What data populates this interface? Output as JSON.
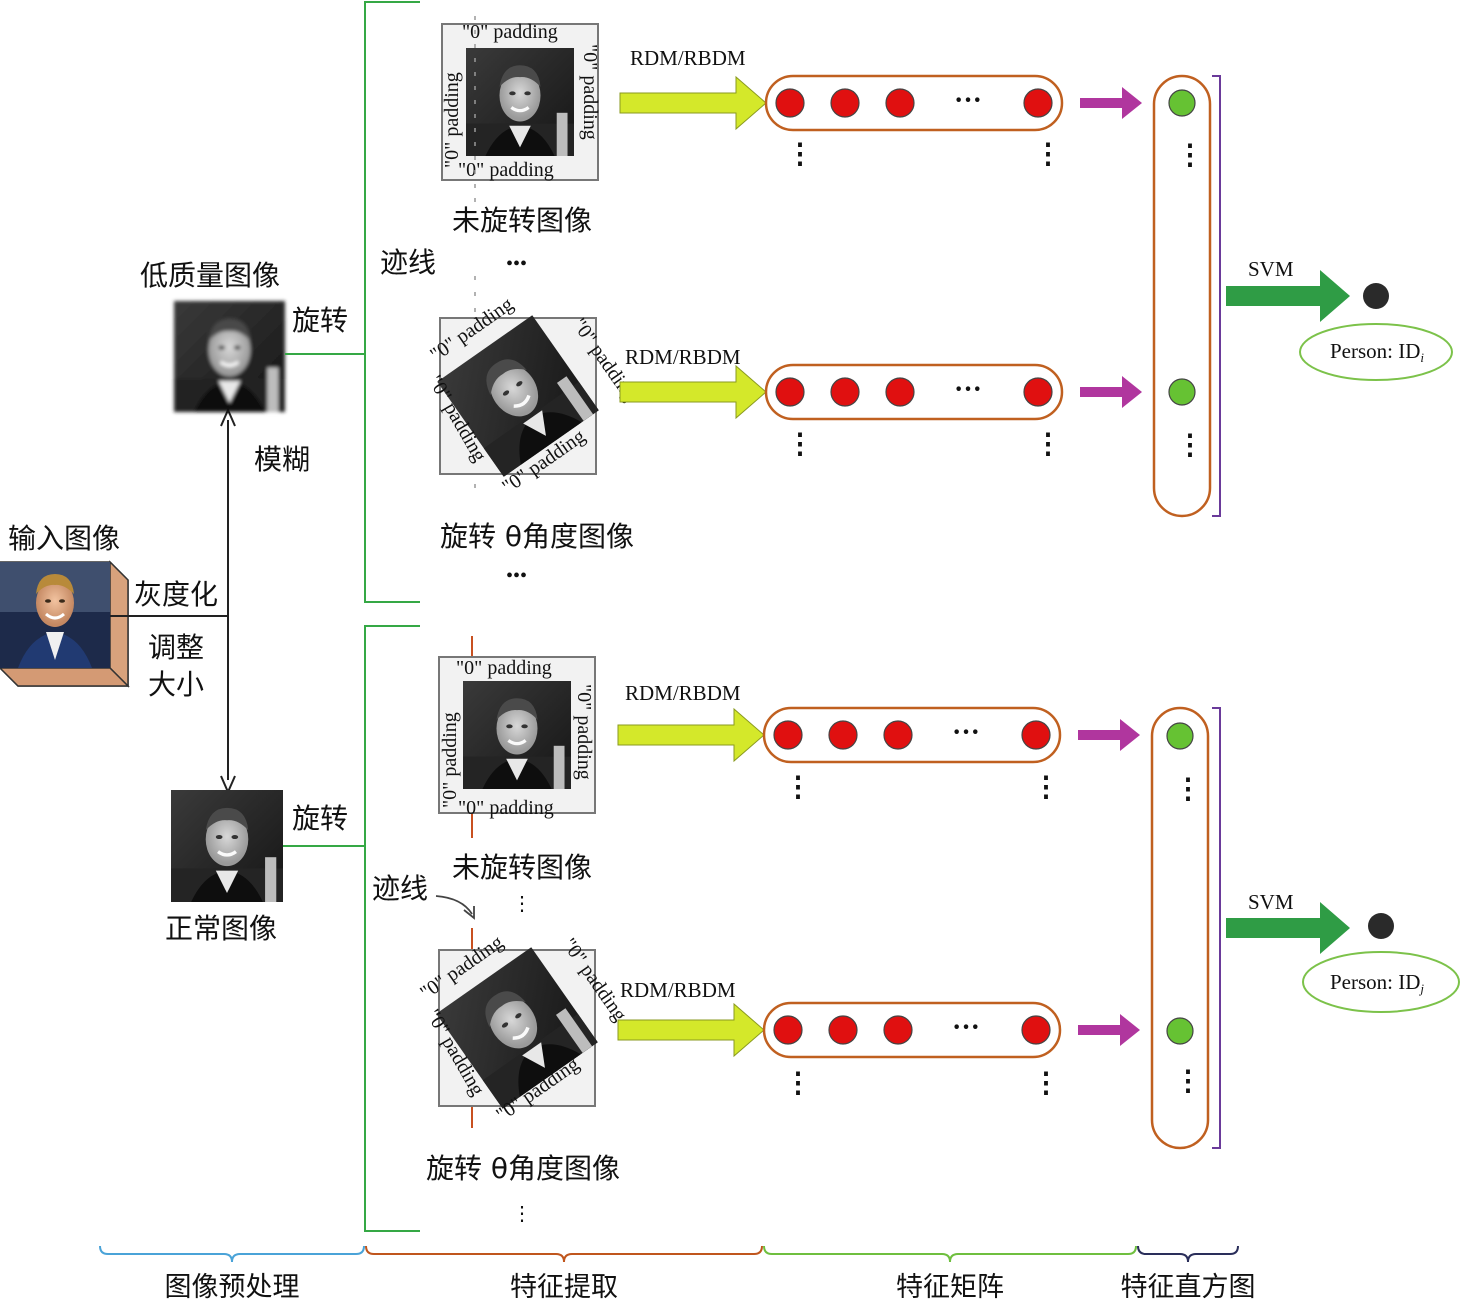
{
  "labels": {
    "input_image": "输入图像",
    "grayscale": "灰度化",
    "resize_line1": "调整",
    "resize_line2": "大小",
    "blur": "模糊",
    "low_quality": "低质量图像",
    "normal": "正常图像",
    "rotate": "旋转",
    "trace": "迹线",
    "unrotated": "未旋转图像",
    "rotated": "旋转 θ角度图像",
    "method": "RDM/RBDM",
    "svm": "SVM",
    "person_prefix": "Person: ID",
    "person_i_sub": "i",
    "person_j_sub": "j",
    "zero_padding": "\"0\" padding",
    "ellipsis": "•••",
    "hdots": "···",
    "vdots": "⋮"
  },
  "stages": [
    {
      "label": "图像预处理",
      "color": "#4aa3d8"
    },
    {
      "label": "特征提取",
      "color": "#c0561d"
    },
    {
      "label": "特征矩阵",
      "color": "#6fbf3f"
    },
    {
      "label": "特征直方图",
      "color": "#2a2e5a"
    }
  ],
  "colors": {
    "bracket_green": "#35a845",
    "capsule_orange": "#c06020",
    "node_red": "#e01010",
    "node_green": "#66c233",
    "arrow_yellow": "#d4e82a",
    "arrow_magenta": "#b0369e",
    "arrow_green": "#2f9c45",
    "purple_bracket": "#6a3a9a",
    "trace_line": "#c85020",
    "output_node": "#2a2a2a",
    "ellipse_green": "#7cc24a",
    "photo_box": "#e9b895"
  }
}
